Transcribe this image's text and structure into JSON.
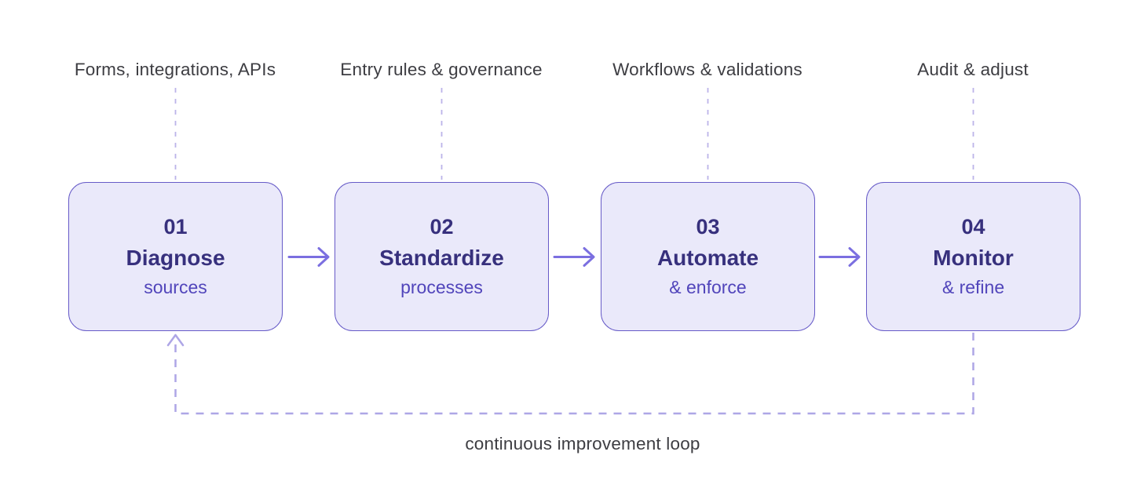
{
  "diagram": {
    "loop_label": "continuous improvement loop"
  },
  "steps": [
    {
      "number": "01",
      "title": "Diagnose",
      "subtitle": "sources",
      "top_label": "Forms, integrations, APIs"
    },
    {
      "number": "02",
      "title": "Standardize",
      "subtitle": "processes",
      "top_label": "Entry rules & governance"
    },
    {
      "number": "03",
      "title": "Automate",
      "subtitle": "& enforce",
      "top_label": "Workflows & validations"
    },
    {
      "number": "04",
      "title": "Monitor",
      "subtitle": "& refine",
      "top_label": "Audit & adjust"
    }
  ],
  "colors": {
    "box_fill": "#eae9fa",
    "box_border": "#675bc8",
    "title_text": "#37307d",
    "subtitle_text": "#5145bb",
    "arrow": "#7b6fe0",
    "dashed_connector": "#bcb4e9",
    "loop_dash": "#aea6e6",
    "label_text": "#3d3d42",
    "background": "#ffffff"
  }
}
